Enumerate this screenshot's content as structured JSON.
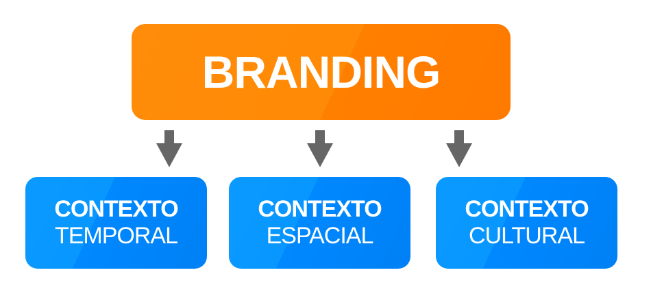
{
  "root": {
    "label": "BRANDING",
    "color": "#ff8500"
  },
  "arrow_color": "#666666",
  "children": [
    {
      "title": "CONTEXTO",
      "subtitle": "TEMPORAL"
    },
    {
      "title": "CONTEXTO",
      "subtitle": "ESPACIAL"
    },
    {
      "title": "CONTEXTO",
      "subtitle": "CULTURAL"
    }
  ],
  "child_color": "#0090ff"
}
